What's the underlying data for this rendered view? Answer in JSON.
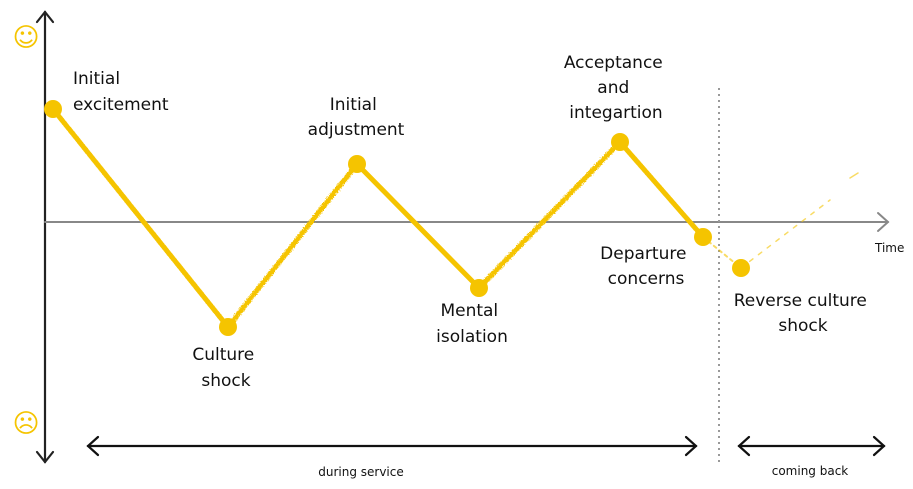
{
  "icons": {
    "happy": "smiling-face-icon",
    "sad": "frowning-face-icon"
  },
  "glyphs": {
    "happy": "☺",
    "sad": "☹"
  },
  "colors": {
    "curve": "#f5c400",
    "axis": "#222222",
    "baseline": "#888888",
    "divider": "#999999"
  },
  "axes": {
    "x_label": "Time"
  },
  "stages": [
    {
      "lines": [
        "Initial",
        "excitement"
      ]
    },
    {
      "lines": [
        "Culture",
        "shock"
      ]
    },
    {
      "lines": [
        "Initial",
        "adjustment"
      ]
    },
    {
      "lines": [
        "Mental",
        "isolation"
      ]
    },
    {
      "lines": [
        "Acceptance",
        "and",
        "integartion"
      ]
    },
    {
      "lines": [
        "Departure",
        "concerns"
      ]
    },
    {
      "lines": [
        "Reverse culture",
        "shock"
      ]
    }
  ],
  "phases": {
    "during": "during service",
    "back": "coming back"
  }
}
